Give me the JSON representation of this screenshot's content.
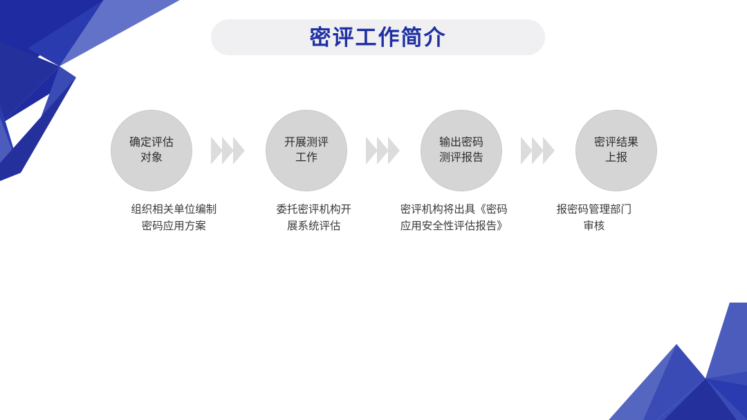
{
  "slide": {
    "background_color": "#ffffff",
    "title": "密评工作简介",
    "title_color": "#1d2fa3",
    "pill_color": "#f0eff1"
  },
  "decoration": {
    "top_left_name": "polygonal-blue-corner",
    "bottom_right_name": "polygonal-blue-mountains",
    "colors": {
      "navy": "#1f2ba0",
      "deep_blue": "#24309c",
      "mid_blue": "#3a4bb5",
      "royal_blue": "#2a3bb0",
      "periwinkle": "#6272c8",
      "soft_blue": "#5566c0",
      "steel_blue": "#4b5cbd"
    }
  },
  "flow": {
    "node_fill": "#d6d5d6",
    "node_border": "#c9c8ca",
    "arrow_color": "#dcdcdd",
    "arrow_name": "triple-chevron-arrow",
    "steps": [
      {
        "id": "step-1",
        "node_lines": [
          "确定评估",
          "对象"
        ],
        "caption_lines": [
          "组织相关单位编制",
          "密码应用方案"
        ]
      },
      {
        "id": "step-2",
        "node_lines": [
          "开展测评",
          "工作"
        ],
        "caption_lines": [
          "委托密评机构开",
          "展系统评估"
        ]
      },
      {
        "id": "step-3",
        "node_lines": [
          "输出密码",
          "测评报告"
        ],
        "caption_lines": [
          "密评机构将出具《密码",
          "应用安全性评估报告》"
        ]
      },
      {
        "id": "step-4",
        "node_lines": [
          "密评结果",
          "上报"
        ],
        "caption_lines": [
          "报密码管理部门",
          "审核"
        ]
      }
    ]
  }
}
